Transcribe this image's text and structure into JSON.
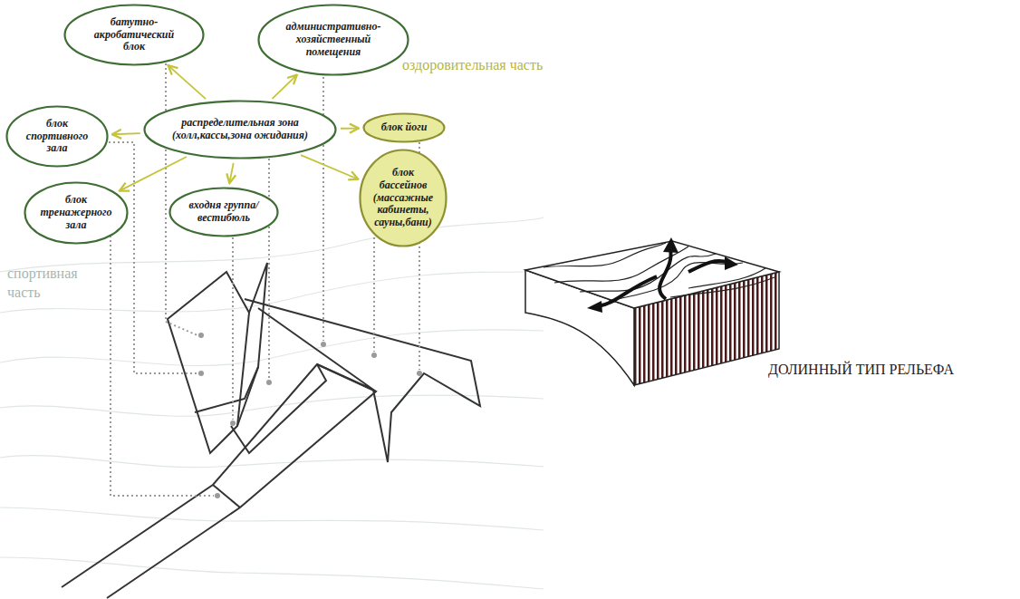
{
  "diagram": {
    "nodes": [
      {
        "text": [
          "батутно-акробатический блок"
        ]
      },
      {
        "text": [
          "административно-хозяйственный помещения"
        ]
      },
      {
        "text": [
          "распределительная зона (холл,кассы,зона ожидания)"
        ]
      },
      {
        "text": [
          "блок спортивного зала"
        ]
      },
      {
        "text": [
          "блок йоги"
        ]
      },
      {
        "text": [
          "блок бассейнов (массажные кабинеты, сауны,бани)"
        ]
      },
      {
        "text": [
          "блок тренажерного зала"
        ]
      },
      {
        "text": [
          "входня группа/ вестибюль"
        ]
      }
    ],
    "edges": [
      {
        "from": 2,
        "to": 0,
        "arrow": "to"
      },
      {
        "from": 2,
        "to": 1,
        "arrow": "to"
      },
      {
        "from": 2,
        "to": 3,
        "arrow": "to"
      },
      {
        "from": 2,
        "to": 4,
        "arrow": "to"
      },
      {
        "from": 2,
        "to": 5,
        "arrow": "to"
      },
      {
        "from": 2,
        "to": 6,
        "arrow": "to"
      },
      {
        "from": 2,
        "to": 7,
        "arrow": "to"
      }
    ],
    "labels": [
      "оздоровительная часть",
      "спортивная часть",
      "ДОЛИННЫЙ ТИП РЕЛЬЕФА"
    ]
  }
}
